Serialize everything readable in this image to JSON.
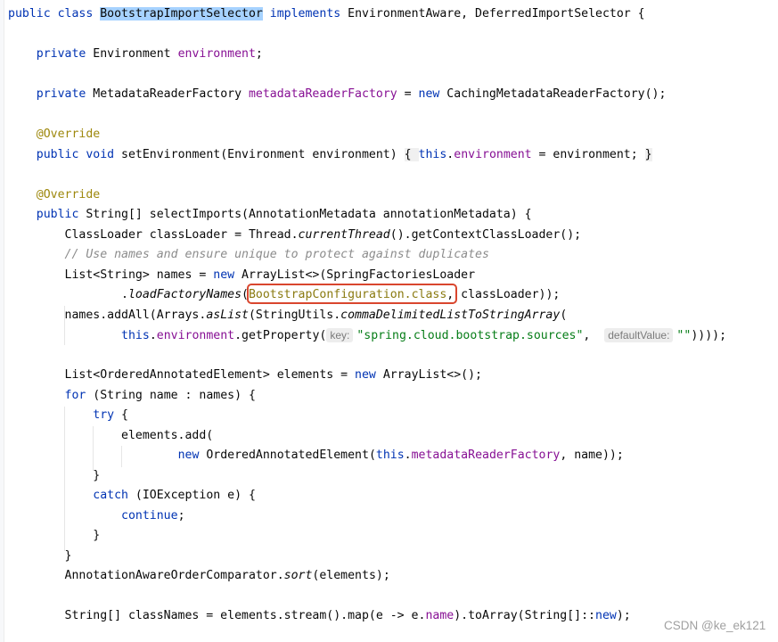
{
  "editor": {
    "lines": [
      [
        [
          "public class ",
          "kw"
        ],
        [
          "BootstrapImportSelector",
          "sel"
        ],
        [
          " ",
          ""
        ],
        [
          "implements",
          "kw"
        ],
        [
          " EnvironmentAware, DeferredImportSelector {",
          ""
        ]
      ],
      [],
      [
        [
          "    ",
          ""
        ],
        [
          "private",
          "kw"
        ],
        [
          " Environment ",
          ""
        ],
        [
          "environment",
          "fld"
        ],
        [
          ";",
          ""
        ]
      ],
      [],
      [
        [
          "    ",
          ""
        ],
        [
          "private",
          "kw"
        ],
        [
          " MetadataReaderFactory ",
          ""
        ],
        [
          "metadataReaderFactory",
          "fld"
        ],
        [
          " = ",
          ""
        ],
        [
          "new",
          "kw"
        ],
        [
          " CachingMetadataReaderFactory();",
          ""
        ]
      ],
      [],
      [
        [
          "    ",
          ""
        ],
        [
          "@Override",
          "ann"
        ]
      ],
      [
        [
          "    ",
          ""
        ],
        [
          "public void",
          "kw"
        ],
        [
          " setEnvironment(Environment environment) ",
          ""
        ],
        [
          "{ ",
          "fold"
        ],
        [
          "this",
          "kw"
        ],
        [
          ".",
          ""
        ],
        [
          "environment",
          "fld"
        ],
        [
          " = environment; ",
          ""
        ],
        [
          "}",
          "fold"
        ]
      ],
      [],
      [
        [
          "    ",
          ""
        ],
        [
          "@Override",
          "ann"
        ]
      ],
      [
        [
          "    ",
          ""
        ],
        [
          "public",
          "kw"
        ],
        [
          " String[] selectImports(AnnotationMetadata annotationMetadata) {",
          ""
        ]
      ],
      [
        [
          "        ClassLoader classLoader = Thread.",
          ""
        ],
        [
          "currentThread",
          "it"
        ],
        [
          "().getContextClassLoader();",
          ""
        ]
      ],
      [
        [
          "        ",
          ""
        ],
        [
          "// Use names and ensure unique to protect against duplicates",
          "cmt"
        ]
      ],
      [
        [
          "        List<String> names = ",
          ""
        ],
        [
          "new",
          "kw"
        ],
        [
          " ArrayList<>(SpringFactoriesLoader",
          ""
        ]
      ],
      [
        [
          "                .",
          ""
        ],
        [
          "loadFactoryNames",
          "it"
        ],
        [
          "(",
          ""
        ],
        [
          "BootstrapConfiguration.class",
          "cls"
        ],
        [
          ", classLoader));",
          ""
        ]
      ],
      [
        [
          "        names.addAll(Arrays.",
          ""
        ],
        [
          "asList",
          "it"
        ],
        [
          "(StringUtils.",
          ""
        ],
        [
          "commaDelimitedListToStringArray",
          "it"
        ],
        [
          "(",
          ""
        ]
      ],
      [
        [
          "                ",
          ""
        ],
        [
          "this",
          "kw"
        ],
        [
          ".",
          ""
        ],
        [
          "environment",
          "fld"
        ],
        [
          ".getProperty(",
          ""
        ],
        [
          "key:",
          "hint"
        ],
        [
          "\"spring.cloud.bootstrap.sources\"",
          "str"
        ],
        [
          ",  ",
          ""
        ],
        [
          "defaultValue:",
          "hint"
        ],
        [
          "\"\"",
          "str"
        ],
        [
          "))));",
          ""
        ]
      ],
      [],
      [
        [
          "        List<OrderedAnnotatedElement> elements = ",
          ""
        ],
        [
          "new",
          "kw"
        ],
        [
          " ArrayList<>();",
          ""
        ]
      ],
      [
        [
          "        ",
          ""
        ],
        [
          "for",
          "kw"
        ],
        [
          " (String name : names) {",
          ""
        ]
      ],
      [
        [
          "            ",
          ""
        ],
        [
          "try",
          "kw"
        ],
        [
          " {",
          ""
        ]
      ],
      [
        [
          "                elements.add(",
          ""
        ]
      ],
      [
        [
          "                        ",
          ""
        ],
        [
          "new",
          "kw"
        ],
        [
          " OrderedAnnotatedElement(",
          ""
        ],
        [
          "this",
          "kw"
        ],
        [
          ".",
          ""
        ],
        [
          "metadataReaderFactory",
          "fld"
        ],
        [
          ", name));",
          ""
        ]
      ],
      [
        [
          "            }",
          ""
        ]
      ],
      [
        [
          "            ",
          ""
        ],
        [
          "catch",
          "kw"
        ],
        [
          " (IOException e) {",
          ""
        ]
      ],
      [
        [
          "                ",
          ""
        ],
        [
          "continue",
          "kw"
        ],
        [
          ";",
          ""
        ]
      ],
      [
        [
          "            }",
          ""
        ]
      ],
      [
        [
          "        }",
          ""
        ]
      ],
      [
        [
          "        AnnotationAwareOrderComparator.",
          ""
        ],
        [
          "sort",
          "it"
        ],
        [
          "(elements);",
          ""
        ]
      ],
      [],
      [
        [
          "        String[] classNames = elements.stream().map(e -> e.",
          ""
        ],
        [
          "name",
          "fld"
        ],
        [
          ").toArray(String[]::",
          ""
        ],
        [
          "new",
          "kw"
        ],
        [
          ");",
          ""
        ]
      ]
    ]
  },
  "watermark": "CSDN @ke_ek121"
}
